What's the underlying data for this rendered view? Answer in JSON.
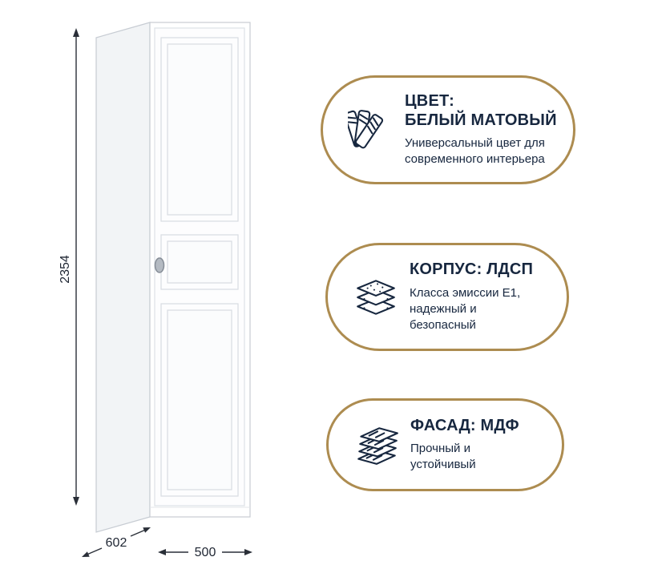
{
  "product": {
    "dimensions": {
      "height": "2354",
      "depth": "602",
      "width": "500"
    }
  },
  "badges": [
    {
      "icon": "color-swatch-fan-icon",
      "title_lines": [
        "ЦВЕТ:",
        "БЕЛЫЙ МАТОВЫЙ"
      ],
      "desc_lines": [
        "Универсальный цвет для",
        "современного интерьера"
      ]
    },
    {
      "icon": "chipboard-layers-icon",
      "title_lines": [
        "КОРПУС: ЛДСП"
      ],
      "desc_lines": [
        "Класса эмиссии E1,",
        "надежный и",
        "безопасный"
      ]
    },
    {
      "icon": "mdf-sheets-icon",
      "title_lines": [
        "ФАСАД: МДФ"
      ],
      "desc_lines": [
        "Прочный и",
        "устойчивый"
      ]
    }
  ],
  "colors": {
    "accent_gold": "#ad8c50",
    "text_navy": "#17273f",
    "cabinet_side": "#f2f4f6",
    "cabinet_outline": "#c7ccd3"
  }
}
